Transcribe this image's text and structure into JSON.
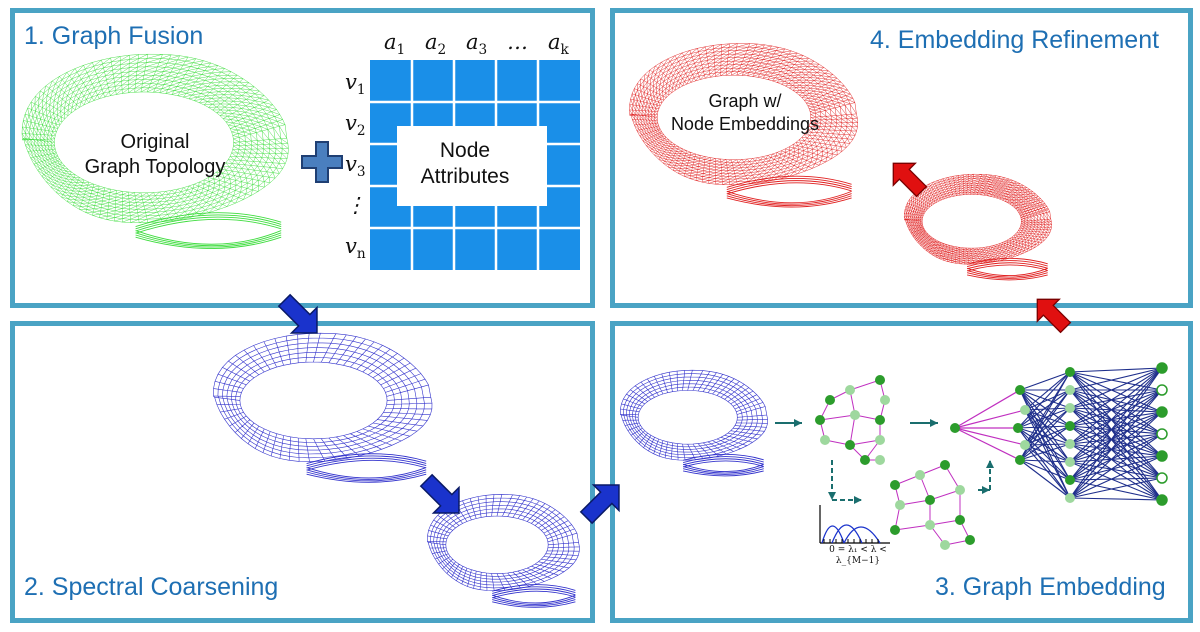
{
  "panels": {
    "p1": {
      "title": "1. Graph Fusion"
    },
    "p2": {
      "title": "2. Spectral Coarsening"
    },
    "p3": {
      "title": "3. Graph Embedding"
    },
    "p4": {
      "title": "4. Embedding Refinement"
    }
  },
  "graph_fusion": {
    "topology_label_line1": "Original",
    "topology_label_line2": "Graph Topology",
    "attributes_label_line1": "Node",
    "attributes_label_line2": "Attributes",
    "col_headers": [
      {
        "base": "a",
        "sub": "1"
      },
      {
        "base": "a",
        "sub": "2"
      },
      {
        "base": "a",
        "sub": "3"
      },
      {
        "base": "…",
        "sub": ""
      },
      {
        "base": "a",
        "sub": "k"
      }
    ],
    "row_headers": [
      {
        "base": "v",
        "sub": "1"
      },
      {
        "base": "v",
        "sub": "2"
      },
      {
        "base": "v",
        "sub": "3"
      },
      {
        "base": "⋮",
        "sub": ""
      },
      {
        "base": "v",
        "sub": "n"
      }
    ]
  },
  "embedding_refinement": {
    "graph_label_line1": "Graph w/",
    "graph_label_line2": "Node Embeddings"
  },
  "spectrum_axis_label": "0 = λ₁ < λ < λ_{M−1}",
  "colors": {
    "panel_border": "#4aa3c4",
    "title": "#1e6fb3",
    "matrix": "#1a8fe8",
    "green_graph": "#3ddc3d",
    "blue_graph": "#3333cc",
    "red_graph": "#e02020",
    "arrow_blue": "#1a33cc",
    "arrow_red": "#e01010"
  }
}
